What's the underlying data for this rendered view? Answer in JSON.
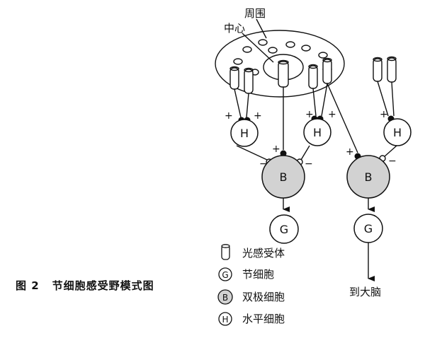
{
  "figure": {
    "number": "图 2",
    "title": "节细胞感受野模式图"
  },
  "labels": {
    "surround": "周围",
    "center": "中心",
    "to_brain": "到大脑"
  },
  "cells": {
    "bipolar": "B",
    "ganglion": "G",
    "horizontal": "H"
  },
  "signs": {
    "plus": "+",
    "minus": "−"
  },
  "legend": [
    {
      "symbol": "",
      "label": "光感受体"
    },
    {
      "symbol": "G",
      "label": "节细胞"
    },
    {
      "symbol": "B",
      "label": "双极细胞"
    },
    {
      "symbol": "H",
      "label": "水平细胞"
    }
  ],
  "colors": {
    "ink": "#111111",
    "bipolar_fill": "#d2d2d2",
    "background": "#ffffff"
  }
}
